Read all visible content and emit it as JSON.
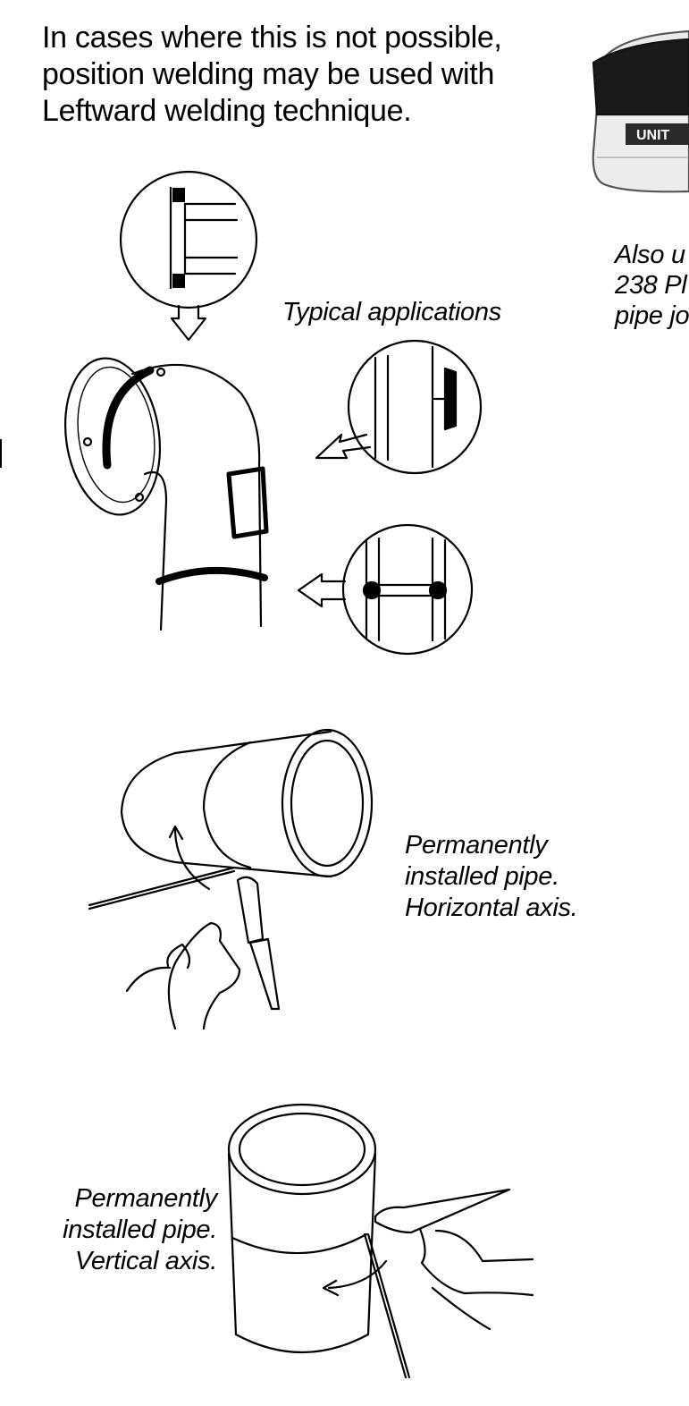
{
  "intro": {
    "lines": [
      "In cases where this is not possible,",
      "position welding may be used with",
      "Leftward welding technique."
    ]
  },
  "product": {
    "label": "UNIT"
  },
  "side_caption": {
    "lines": [
      "Also u",
      "238 Pl",
      "pipe jo"
    ]
  },
  "figures": {
    "typical": {
      "caption": "Typical applications"
    },
    "horizontal": {
      "lines": [
        "Permanently",
        "installed pipe.",
        "Horizontal axis."
      ]
    },
    "vertical": {
      "lines": [
        "Permanently",
        "installed pipe.",
        "Vertical axis."
      ]
    }
  }
}
